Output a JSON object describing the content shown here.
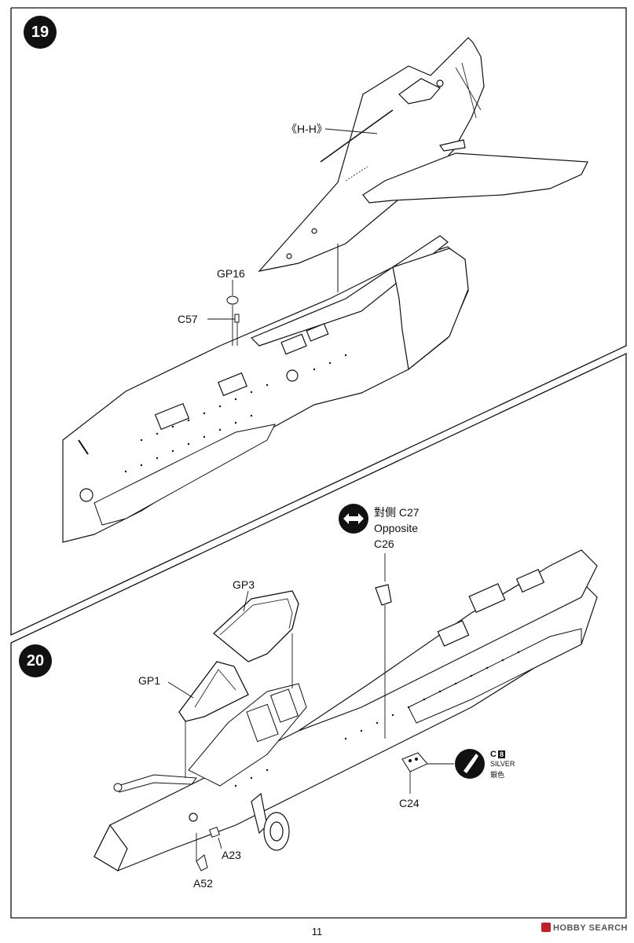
{
  "steps": {
    "s19": {
      "number": "19",
      "labels": {
        "hh": "《H-H》",
        "gp16": "GP16",
        "c57": "C57"
      }
    },
    "s20": {
      "number": "20",
      "labels": {
        "opposite_cn": "對側 C27",
        "opposite_en": "Opposite",
        "c26": "C26",
        "gp3": "GP3",
        "gp1": "GP1",
        "c24": "C24",
        "a23": "A23",
        "a52": "A52"
      },
      "paint": {
        "letter": "C",
        "code": "8",
        "name_en": "SILVER",
        "name_cn": "銀色"
      }
    }
  },
  "page_number": "11",
  "watermark": "HOBBY SEARCH",
  "icons": {
    "opposite": "double-arrow-icon",
    "paint": "paint-brush-icon"
  }
}
